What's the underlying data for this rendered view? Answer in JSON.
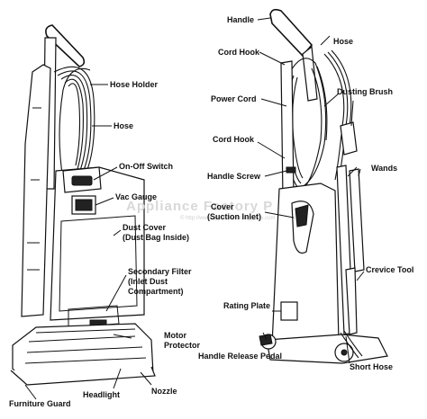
{
  "watermark": {
    "title": "Appliance Factory P",
    "sub": "© http://www.appliancefactoryparts.com"
  },
  "left_labels": {
    "hose_holder": "Hose Holder",
    "hose": "Hose",
    "on_off_switch": "On-Off Switch",
    "vac_gauge": "Vac Gauge",
    "dust_cover": "Dust Cover",
    "dust_cover_sub": "(Dust Bag Inside)",
    "secondary_filter": "Secondary Filter",
    "secondary_filter_sub1": "(Inlet Dust",
    "secondary_filter_sub2": "Compartment)",
    "motor_protector_1": "Motor",
    "motor_protector_2": "Protector",
    "nozzle": "Nozzle",
    "headlight": "Headlight",
    "furniture_guard": "Furniture Guard"
  },
  "right_labels": {
    "handle": "Handle",
    "hose": "Hose",
    "cord_hook_top": "Cord Hook",
    "power_cord": "Power Cord",
    "dusting_brush": "Dusting Brush",
    "cord_hook_mid": "Cord Hook",
    "wands": "Wands",
    "handle_screw": "Handle Screw",
    "cover": "Cover",
    "cover_sub": "(Suction Inlet)",
    "crevice_tool": "Crevice Tool",
    "rating_plate": "Rating Plate",
    "handle_release_pedal": "Handle Release Pedal",
    "short_hose": "Short Hose"
  }
}
